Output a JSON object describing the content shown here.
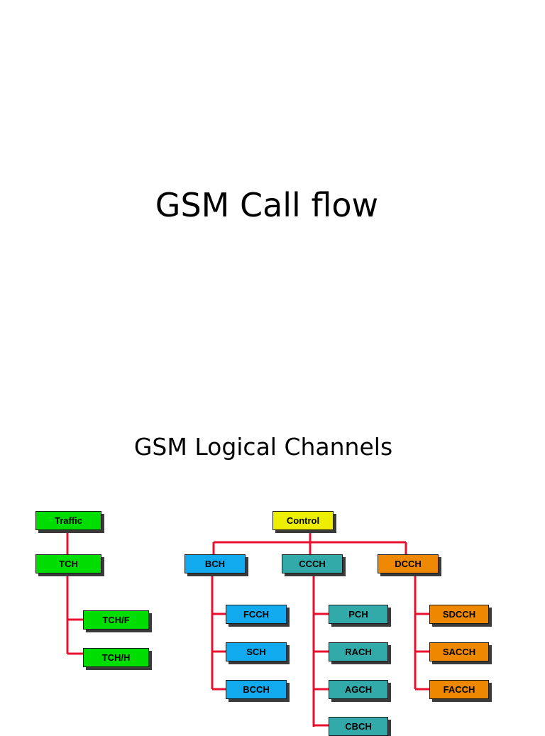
{
  "slide1": {
    "title": "GSM Call flow"
  },
  "slide2": {
    "title": "GSM Logical Channels",
    "colors": {
      "connector": "#e8102e",
      "traffic": "#00dd00",
      "control": "#eeee00",
      "bch": "#11aaee",
      "ccch": "#33aaaa",
      "dcch": "#ee8800"
    },
    "nodes": {
      "traffic": "Traffic",
      "tch": "TCH",
      "tch_f": "TCH/F",
      "tch_h": "TCH/H",
      "control": "Control",
      "bch": "BCH",
      "ccch": "CCCH",
      "dcch": "DCCH",
      "fcch": "FCCH",
      "sch": "SCH",
      "bcch": "BCCH",
      "pch": "PCH",
      "rach": "RACH",
      "agch": "AGCH",
      "cbch": "CBCH",
      "sdcch": "SDCCH",
      "sacch": "SACCH",
      "facch": "FACCH"
    }
  }
}
